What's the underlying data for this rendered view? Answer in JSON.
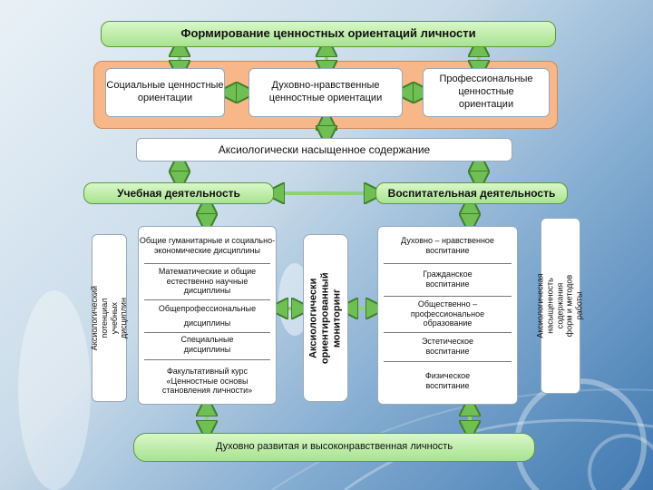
{
  "top_title": "Формирование ценностных ориентаций личности",
  "orientations": {
    "social": "Социальные ценностные ориентации",
    "moral": "Духовно-нравственные ценностные ориентации",
    "professional": "Профессиональные ценностные ориентации"
  },
  "axiological_content": "Аксиологически насыщенное содержание",
  "learning_activity": "Учебная деятельность",
  "educational_activity": "Воспитательная деятельность",
  "left_vertical": "Аксиологический потенциал учебных дисциплин",
  "disciplines": [
    "Общие гуманитарные и социально-экономические дисциплины",
    "Математические и общие естественно научные дисциплины",
    "Общепрофессиональные",
    "дисциплины",
    "Специальные дисциплины",
    "Факультативный курс «Ценностные основы становления личности»"
  ],
  "monitoring": "Аксиологически ориентированный мониторинг",
  "upbringing": [
    "Духовно – нравственное воспитание",
    "Гражданское воспитание",
    "Общественно – профессиональное образование",
    "Эстетическое воспитание",
    "Физическое воспитание"
  ],
  "right_vertical": "Аксиологическая насыщенность содержания форм и методов работы",
  "bottom_result": "Духовно развитая и высоконравственная личность",
  "colors": {
    "green": "#a8e38f",
    "arrow": "#8fd17a",
    "peach": "#f7b789"
  }
}
